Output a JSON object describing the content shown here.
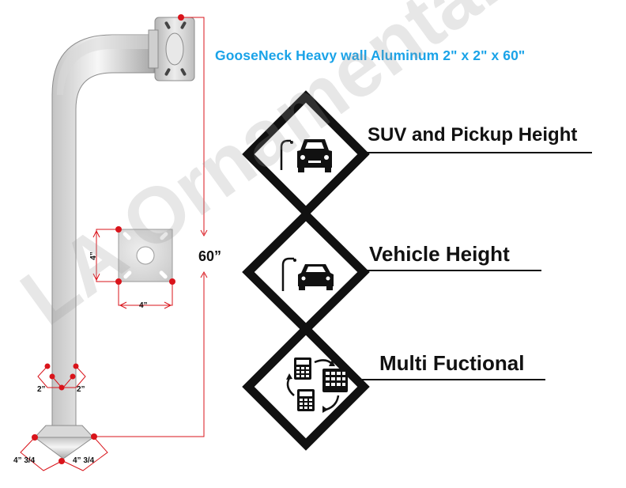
{
  "title": "GooseNeck Heavy wall Aluminum 2\" x 2\" x 60\"",
  "features": [
    {
      "label": "SUV and Pickup Height",
      "icon": "suv-car-icon"
    },
    {
      "label": "Vehicle Height",
      "icon": "sedan-car-icon"
    },
    {
      "label": "Multi Fuctional",
      "icon": "keypads-cycle-icon"
    }
  ],
  "dimensions": {
    "height": "60”",
    "plate_height": "4”",
    "plate_width": "4”",
    "tube_left": "2”",
    "tube_right": "2”",
    "base_left": "4” 3/4",
    "base_right": "4” 3/4"
  },
  "watermark": "LA Ornamental",
  "colors": {
    "title": "#1aa3e8",
    "dimension_lines": "#d9141b",
    "text": "#111111",
    "pole_light": "#f2f2f2",
    "pole_dark": "#a9a9a9"
  }
}
